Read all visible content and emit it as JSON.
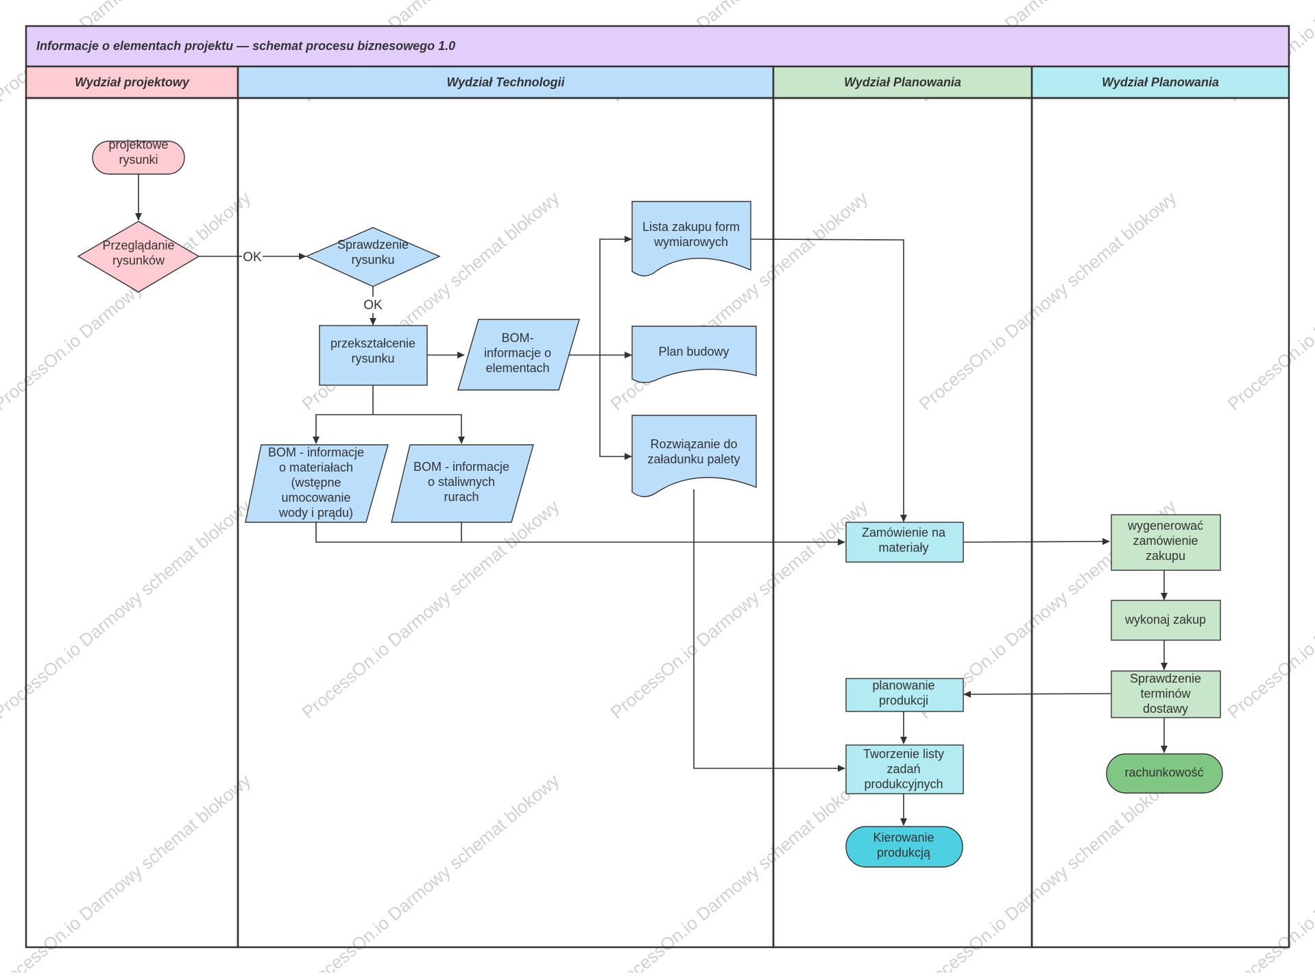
{
  "title": "Informacje o elementach projektu — schemat procesu biznesowego 1.0",
  "watermark": "ProcessOn.io Darmowy schemat blokowy",
  "colors": {
    "title_bg": "#e3cdfb",
    "pink": "#ffccd3",
    "blue": "#bbdefb",
    "green_light": "#c8e6c9",
    "cyan_light": "#b2ebf2",
    "cyan": "#4dd0e1",
    "green": "#81c784",
    "border": "#333333"
  },
  "lanes": [
    {
      "title": "Wydział projektowy",
      "color": "pink"
    },
    {
      "title": "Wydział Technologii",
      "color": "blue"
    },
    {
      "title": "Wydział Planowania",
      "color": "green_light"
    },
    {
      "title": "Wydział Planowania",
      "color": "cyan_light"
    }
  ],
  "nodes": {
    "rysunki": [
      "projektowe",
      "rysunki"
    ],
    "przegladanie": [
      "Przeglądanie",
      "rysunków"
    ],
    "sprawdzenie": [
      "Sprawdzenie",
      "rysunku"
    ],
    "przeksztalcenie": [
      "przekształcenie",
      "rysunku"
    ],
    "bom_elementy": [
      "BOM-",
      "informacje o",
      "elementach"
    ],
    "bom_materialy": [
      "BOM - informacje",
      "o materiałach",
      "(wstępne",
      "umocowanie",
      "wody i prądu)"
    ],
    "bom_rury": [
      "BOM - informacje",
      "o staliwnych",
      "rurach"
    ],
    "lista_zakupu": [
      "Lista zakupu form",
      "wymiarowych"
    ],
    "plan_budowy": [
      "Plan budowy"
    ],
    "rozwiazanie": [
      "Rozwiązanie do",
      "załadunku palety"
    ],
    "zamowienie": [
      "Zamówienie na",
      "materiały"
    ],
    "planowanie": [
      "planowanie",
      "produkcji"
    ],
    "tworzenie": [
      "Tworzenie listy",
      "zadań",
      "produkcyjnych"
    ],
    "kierowanie": [
      "Kierowanie",
      "produkcją"
    ],
    "wygenerowac": [
      "wygenerować",
      "zamówienie",
      "zakupu"
    ],
    "wykonaj": [
      "wykonaj zakup"
    ],
    "sprawdzenie_terminow": [
      "Sprawdzenie",
      "terminów",
      "dostawy"
    ],
    "rachunkowosc": [
      "rachunkowość"
    ]
  },
  "edge_labels": {
    "ok_horizontal": "OK",
    "ok_vertical": "OK"
  }
}
